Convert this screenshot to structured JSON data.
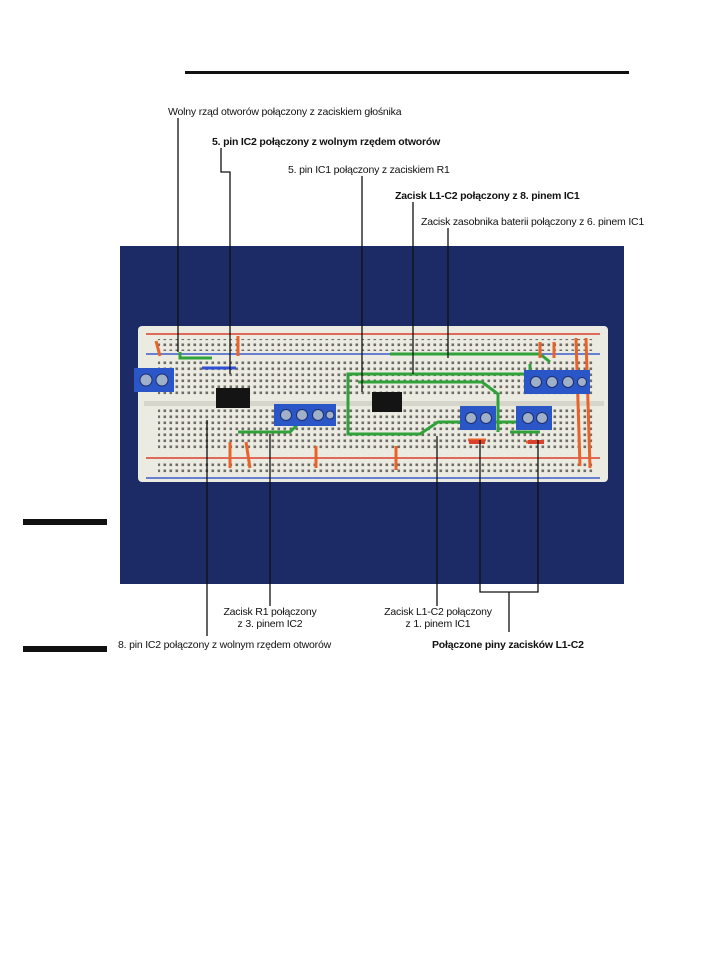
{
  "callouts": {
    "free_row_speaker": "Wolny rząd otworów połączony z zaciskiem głośnika",
    "ic2_pin5": "5. pin IC2 połączony z wolnym rzędem otworów",
    "ic1_pin5": "5. pin IC1 połączony z zaciskiem R1",
    "l1c2_pin8": "Zacisk L1-C2 połączony z 8. pinem IC1",
    "battery_pin6": "Zacisk zasobnika baterii połączony z 6. pinem IC1",
    "r1_line1": "Zacisk R1 połączony",
    "r1_line2": "z 3. pinem IC2",
    "l1c2_pin1_line1": "Zacisk L1-C2 połączony",
    "l1c2_pin1_line2": "z 1. pinem IC1",
    "ic2_pin8": "8. pin IC2 połączony z wolnym rzędem otworów",
    "joined_pins": "Połączone piny zacisków L1-C2"
  },
  "colors": {
    "background_photo": "#1c2a66",
    "breadboard": "#ecebe2",
    "wire_green": "#2fa33a",
    "wire_orange": "#e8622a",
    "wire_blue": "#2f4fd6",
    "rail_red": "#d9412d",
    "rail_blue": "#3b5cc9",
    "terminal_blue": "#2a56c8"
  }
}
